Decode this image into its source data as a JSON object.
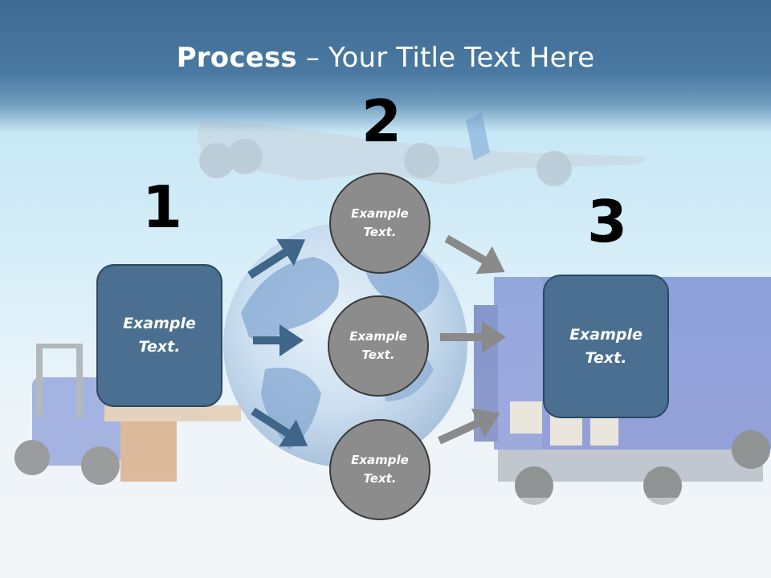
{
  "slide": {
    "title_bold": "Process",
    "title_rest": " – Your Title Text Here"
  },
  "steps": {
    "num1": "1",
    "num2": "2",
    "num3": "3"
  },
  "boxes": {
    "left": [
      "Example",
      "Text."
    ],
    "right": [
      "Example",
      "Text."
    ]
  },
  "circles": [
    [
      "Example",
      "Text."
    ],
    [
      "Example",
      "Text."
    ],
    [
      "Example",
      "Text."
    ]
  ],
  "colors": {
    "header": "#4a79a2",
    "box_fill": "#4a6f90",
    "circle_fill": "#8c8c8c",
    "arrow_blue": "#3f6688",
    "arrow_gray": "#8a8a8a"
  }
}
